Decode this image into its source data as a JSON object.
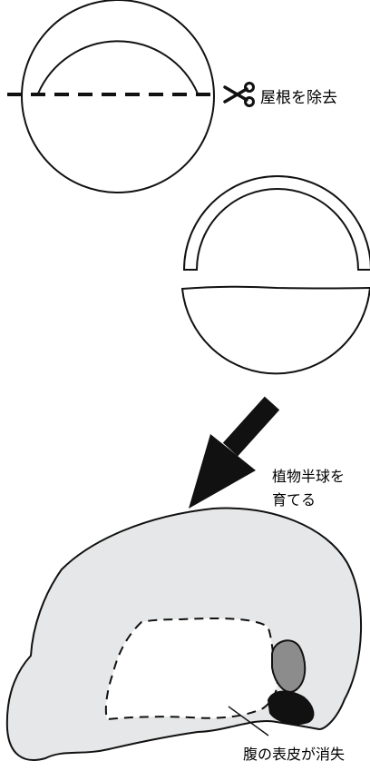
{
  "labels": {
    "cut_roof": "屋根を除去",
    "grow_vegetal": [
      "植物半球を",
      "育てる"
    ],
    "belly_epidermis_lost": "腹の表皮が消失"
  },
  "icons": {
    "scissors": "scissors-icon",
    "arrow": "down-left-arrow-icon"
  },
  "colors": {
    "line": "#111111",
    "embryo_fill": "#e6e7e8",
    "dark_gray": "#8c8c8c",
    "black": "#111111",
    "background": "#ffffff"
  }
}
